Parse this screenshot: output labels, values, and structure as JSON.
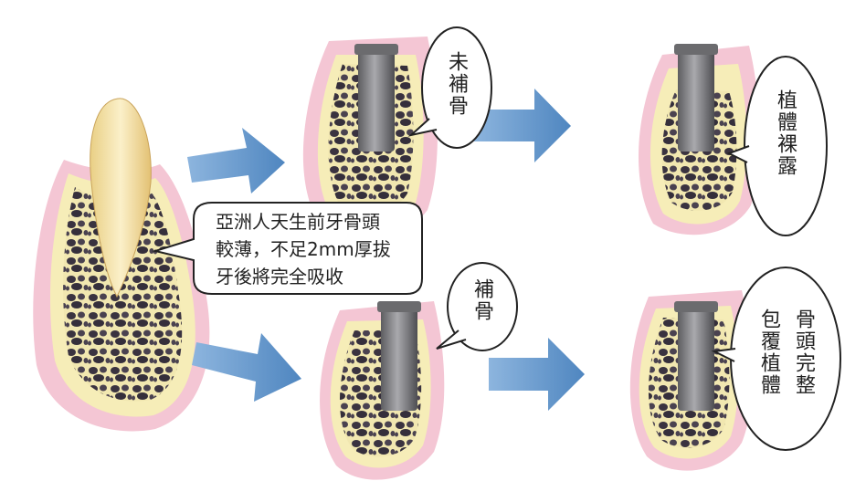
{
  "callouts": {
    "main": {
      "line1": "亞洲人天生前牙骨頭",
      "line2": "較薄，不足2mm厚拔",
      "line3": "牙後將完全吸收"
    },
    "no_graft": "未補骨",
    "graft": "補骨",
    "exposed": "植體裸露",
    "covered_col1": "骨頭完整",
    "covered_col2": "包覆植體"
  },
  "colors": {
    "gum": "#f4c6d4",
    "bone": "#f6edb8",
    "marrow": "#3a3340",
    "arrow": "#6d9ccc",
    "implant": "#7f7f82",
    "tooth": "#f3dfa3"
  }
}
